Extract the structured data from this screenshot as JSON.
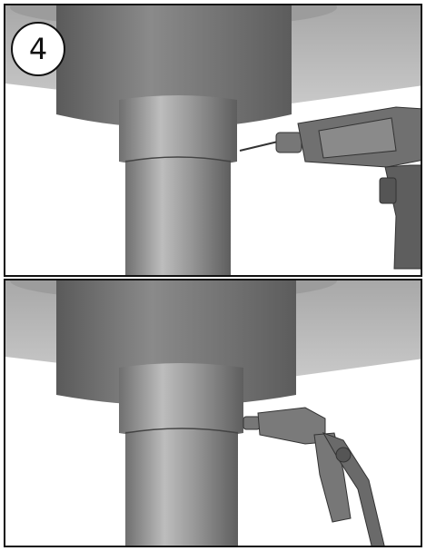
{
  "step": {
    "number": "4"
  },
  "panels": [
    {
      "name": "drill-step",
      "tool": "cordless-drill-icon"
    },
    {
      "name": "rivet-step",
      "tool": "rivet-gun-icon"
    }
  ],
  "colors": {
    "ceiling": "#bdbdbd",
    "collar": "#7a7a7a",
    "pipe": "#9a9a9a",
    "tool": "#6e6e6e",
    "outline": "#111111"
  }
}
